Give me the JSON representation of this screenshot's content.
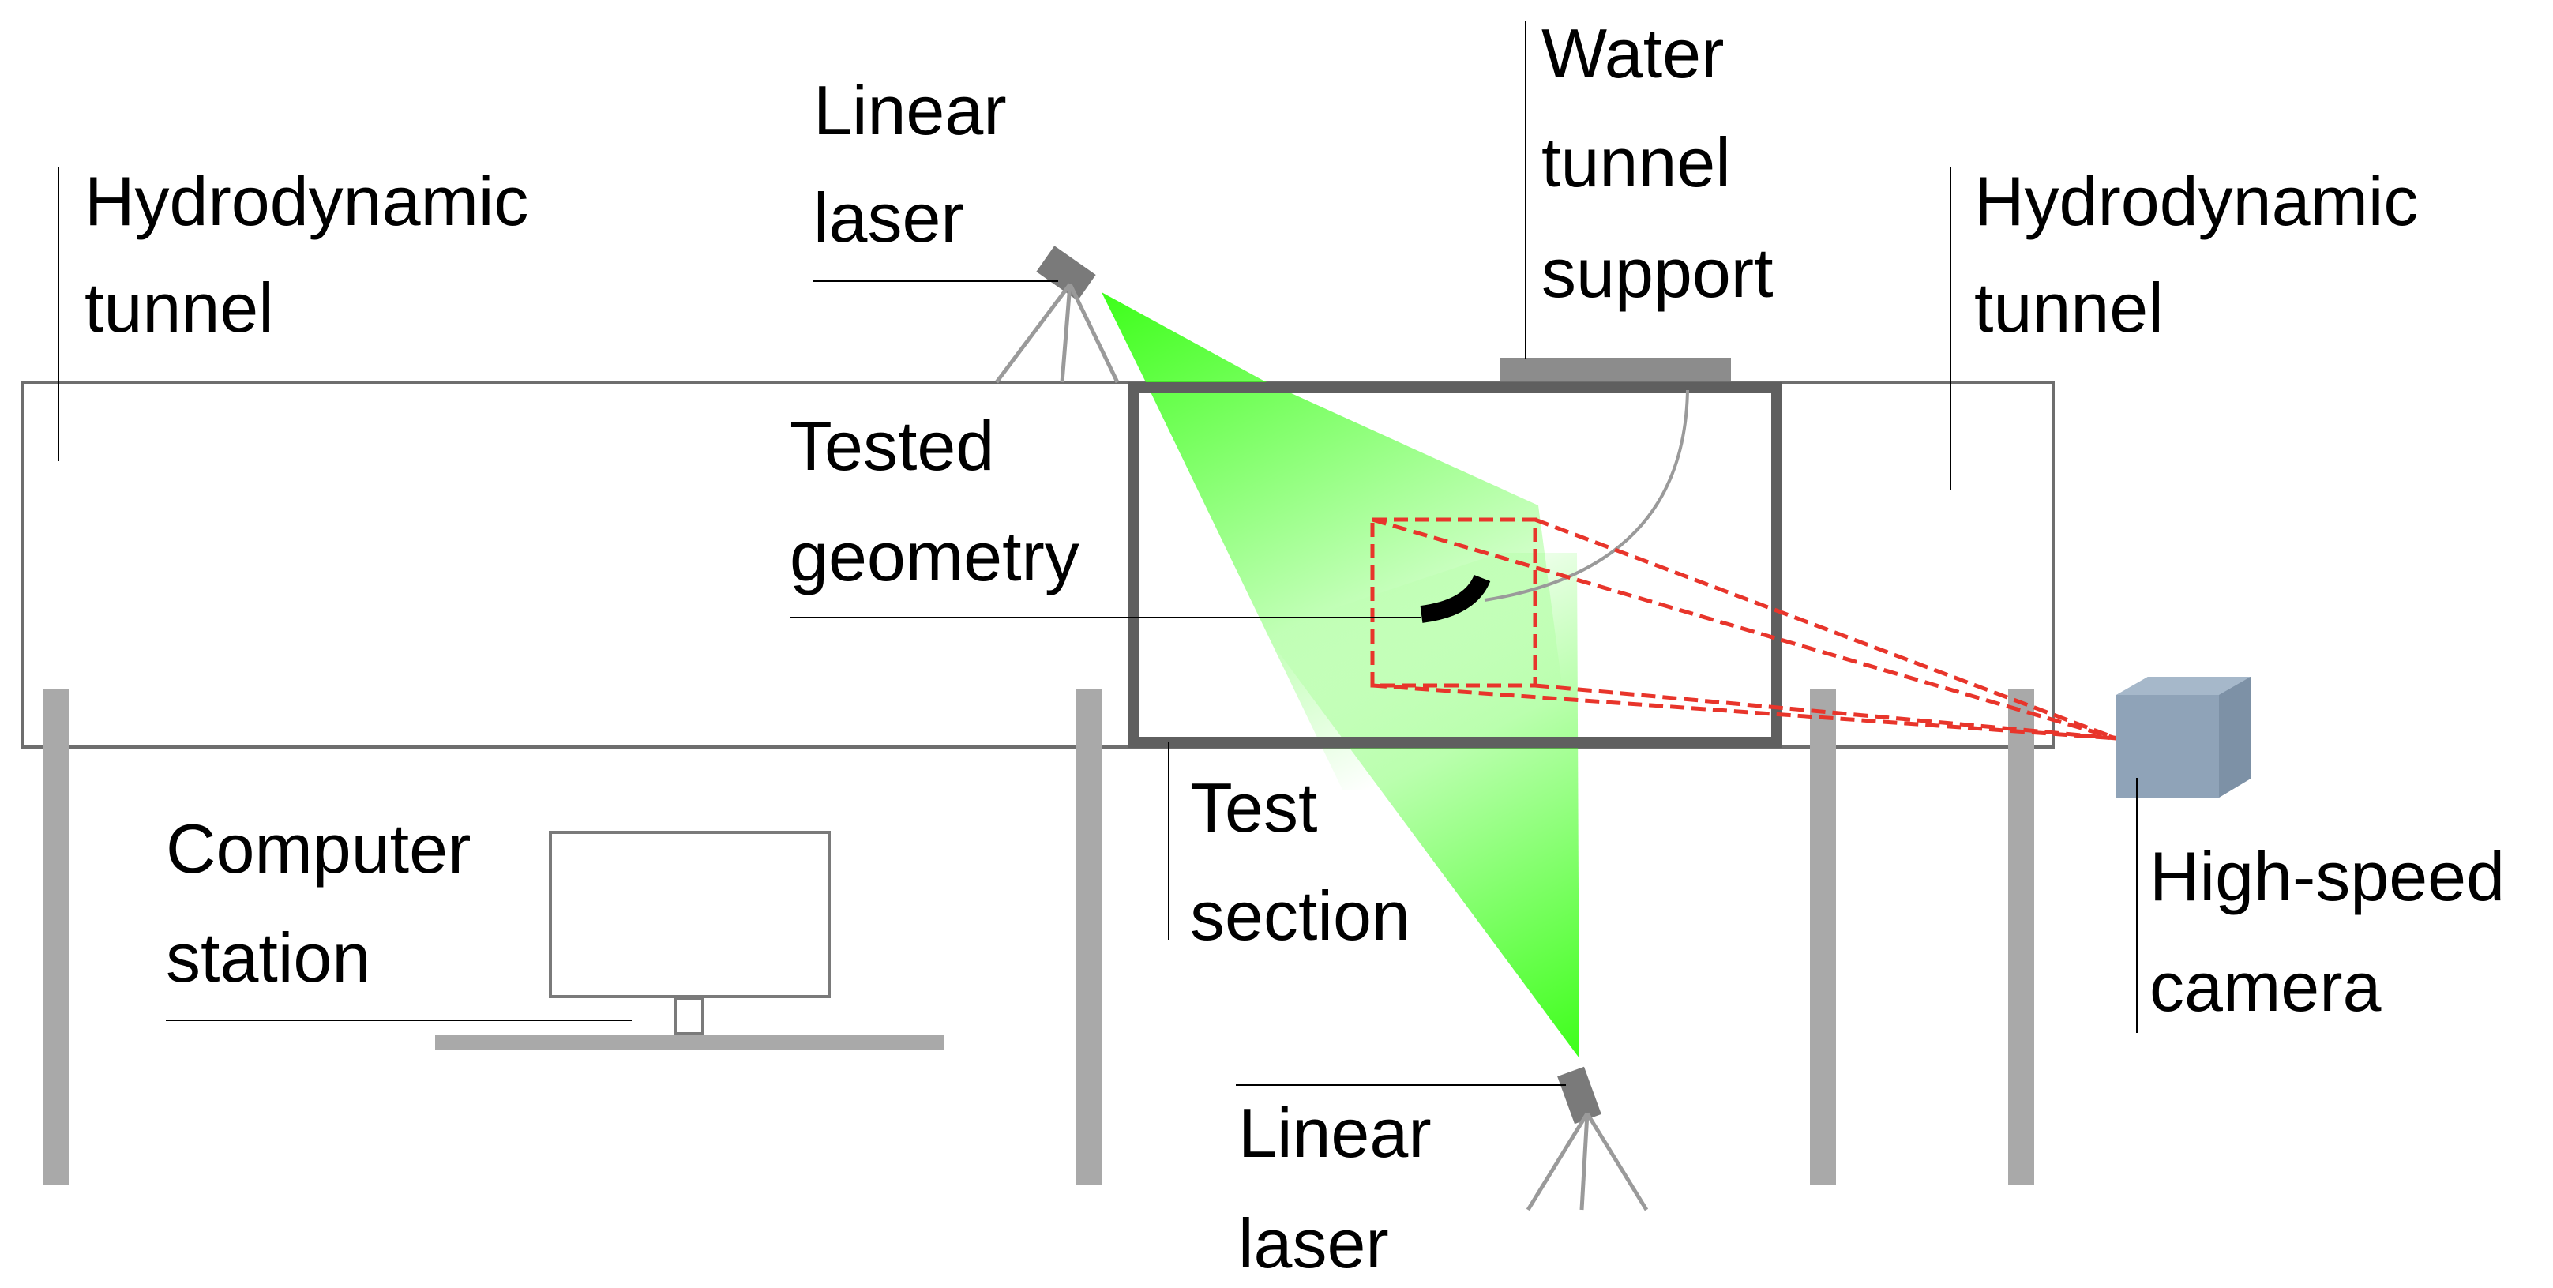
{
  "labels": {
    "hydrodynamic_tunnel_left": [
      "Hydrodynamic",
      "tunnel"
    ],
    "linear_laser_top": [
      "Linear",
      "laser"
    ],
    "water_tunnel_support": [
      "Water",
      "tunnel",
      "support"
    ],
    "hydrodynamic_tunnel_right": [
      "Hydrodynamic",
      "tunnel"
    ],
    "tested_geometry": [
      "Tested",
      "geometry"
    ],
    "computer_station": [
      "Computer",
      "station"
    ],
    "test_section": [
      "Test",
      "section"
    ],
    "high_speed_camera": [
      "High-speed",
      "camera"
    ],
    "linear_laser_bottom": [
      "Linear",
      "laser"
    ]
  },
  "colors": {
    "tunnel_outline": "#6e6e6e",
    "test_section_frame": "#5f5f5f",
    "support_post": "#a9a9a9",
    "laser_green": "#3dff1a",
    "laser_body": "#7a7a7a",
    "camera_view": "#e8352b",
    "camera_body": "#8fa3b8",
    "tested_geometry": "#000000",
    "leader_line": "#000000"
  },
  "icons": {
    "laser_top": "laser-icon",
    "laser_bottom": "laser-icon",
    "camera": "camera-icon",
    "computer": "monitor-icon"
  }
}
